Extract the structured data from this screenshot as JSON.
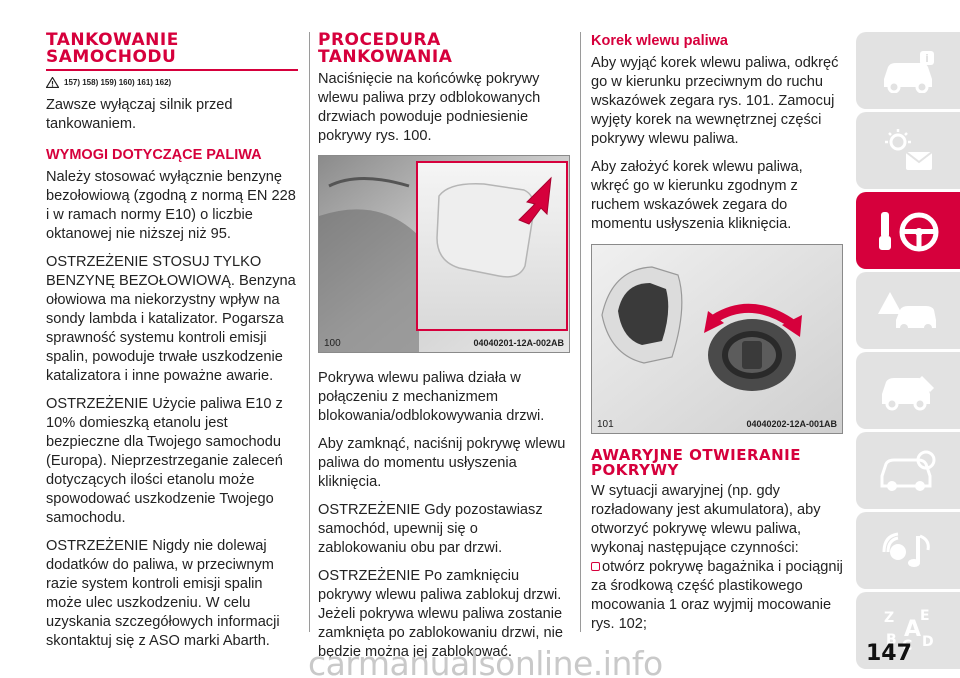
{
  "col1": {
    "title_lines": [
      "TANKOWANIE",
      "SAMOCHODU"
    ],
    "refs": "157) 158) 159) 160) 161) 162)",
    "intro": "Zawsze wyłączaj silnik przed tankowaniem.",
    "subheading": "WYMOGI DOTYCZĄCE PALIWA",
    "paragraphs": [
      "Należy stosować wyłącznie benzynę bezołowiową (zgodną z normą EN 228 i w ramach normy E10) o liczbie oktanowej nie niższej niż 95.",
      "OSTRZEŻENIE STOSUJ TYLKO BENZYNĘ BEZOŁOWIOWĄ. Benzyna ołowiowa ma niekorzystny wpływ na sondy lambda i katalizator. Pogarsza sprawność systemu kontroli emisji spalin, powoduje trwałe uszkodzenie katalizatora i inne poważne awarie.",
      "OSTRZEŻENIE Użycie paliwa E10 z 10% domieszką etanolu jest bezpieczne dla Twojego samochodu (Europa). Nieprzestrzeganie zaleceń dotyczących ilości etanolu może spowodować uszkodzenie Twojego samochodu.",
      "OSTRZEŻENIE Nigdy nie dolewaj dodatków do paliwa, w przeciwnym razie system kontroli emisji spalin może ulec uszkodzeniu. W celu uzyskania szczegółowych informacji skontaktuj się z ASO marki Abarth."
    ]
  },
  "col2": {
    "title_lines": [
      "PROCEDURA",
      "TANKOWANIA"
    ],
    "intro": "Naciśnięcie na końcówkę pokrywy wlewu paliwa przy odblokowanych drzwiach powoduje podniesienie pokrywy rys. 100.",
    "figure": {
      "number": "100",
      "code": "04040201-12A-002AB"
    },
    "paragraphs": [
      "Pokrywa wlewu paliwa działa w połączeniu z mechanizmem blokowania/odblokowywania drzwi.",
      "Aby zamknąć, naciśnij pokrywę wlewu paliwa do momentu usłyszenia kliknięcia.",
      "OSTRZEŻENIE Gdy pozostawiasz samochód, upewnij się o zablokowaniu obu par drzwi.",
      "OSTRZEŻENIE Po zamknięciu pokrywy wlewu paliwa zablokuj drzwi. Jeżeli pokrywa wlewu paliwa zostanie zamknięta po zablokowaniu drzwi, nie będzie można jej zablokować."
    ]
  },
  "col3": {
    "subheading": "Korek wlewu paliwa",
    "paragraphs": [
      "Aby wyjąć korek wlewu paliwa, odkręć go w kierunku przeciwnym do ruchu wskazówek zegara rys. 101. Zamocuj wyjęty korek na wewnętrznej części pokrywy wlewu paliwa.",
      "Aby założyć korek wlewu paliwa, wkręć go w kierunku zgodnym z ruchem wskazówek zegara do momentu usłyszenia kliknięcia."
    ],
    "figure": {
      "number": "101",
      "code": "04040202-12A-001AB"
    },
    "title_lines": [
      "AWARYJNE OTWIERANIE",
      "POKRYWY"
    ],
    "emergency_intro": "W sytuacji awaryjnej (np. gdy rozładowany jest akumulatora), aby otworzyć pokrywę wlewu paliwa, wykonaj następujące czynności:",
    "step1": "otwórz pokrywę bagażnika i pociągnij za środkową część plastikowego mocowania 1 oraz wyjmij mocowanie rys. 102;"
  },
  "tabs": [
    {
      "icon": "car-info-icon",
      "active": false
    },
    {
      "icon": "warning-lights-icon",
      "active": false
    },
    {
      "icon": "key-steering-wheel-icon",
      "active": true
    },
    {
      "icon": "car-emergency-icon",
      "active": false
    },
    {
      "icon": "car-service-icon",
      "active": false
    },
    {
      "icon": "technical-data-icon",
      "active": false
    },
    {
      "icon": "multimedia-icon",
      "active": false
    },
    {
      "icon": "alphabetical-index-icon",
      "active": false
    }
  ],
  "page_number": "147",
  "watermark": "carmanualsonline.info",
  "colors": {
    "accent": "#d6003c",
    "tab_grey": "#e2e2e2"
  }
}
